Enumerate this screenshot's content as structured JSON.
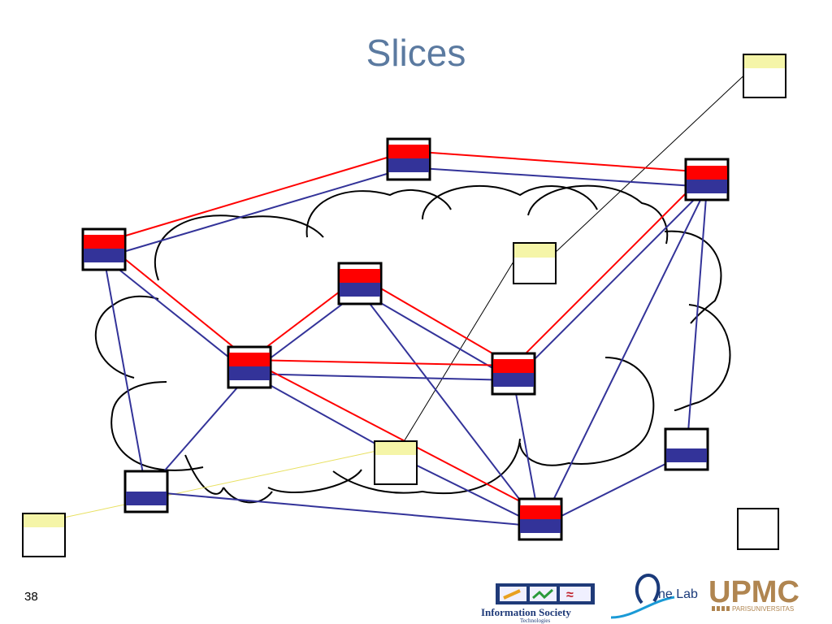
{
  "slide": {
    "title": "Slices",
    "page_number": "38"
  },
  "colors": {
    "title": "#5b7aa0",
    "slice_red": "#ff0000",
    "slice_blue": "#333399",
    "external_header": "#f5f5a8",
    "internet_link": "#000000",
    "external_link": "#e8e060"
  },
  "logos": {
    "ist": {
      "line1": "Information Society",
      "line2": "Technologies"
    },
    "onelab": {
      "text": "ne Lab"
    },
    "upmc": {
      "text": "UPMC",
      "tag": "PARISUNIVERSITAS"
    }
  },
  "diagram": {
    "nodes": [
      {
        "id": "n-top",
        "kind": "red-blue"
      },
      {
        "id": "n-right-top",
        "kind": "red-blue"
      },
      {
        "id": "n-left",
        "kind": "red-blue"
      },
      {
        "id": "n-center-top",
        "kind": "red-blue"
      },
      {
        "id": "n-center-left",
        "kind": "red-blue"
      },
      {
        "id": "n-center-right",
        "kind": "red-blue"
      },
      {
        "id": "n-bottom-right",
        "kind": "red-blue"
      },
      {
        "id": "n-bottom-left",
        "kind": "blue"
      },
      {
        "id": "n-right-mid",
        "kind": "blue"
      },
      {
        "id": "n-gateway-upper",
        "kind": "external"
      },
      {
        "id": "n-gateway-lower",
        "kind": "external"
      },
      {
        "id": "n-external-top-right",
        "kind": "external"
      },
      {
        "id": "n-external-bottom-left",
        "kind": "external"
      },
      {
        "id": "n-empty",
        "kind": "empty"
      }
    ]
  }
}
